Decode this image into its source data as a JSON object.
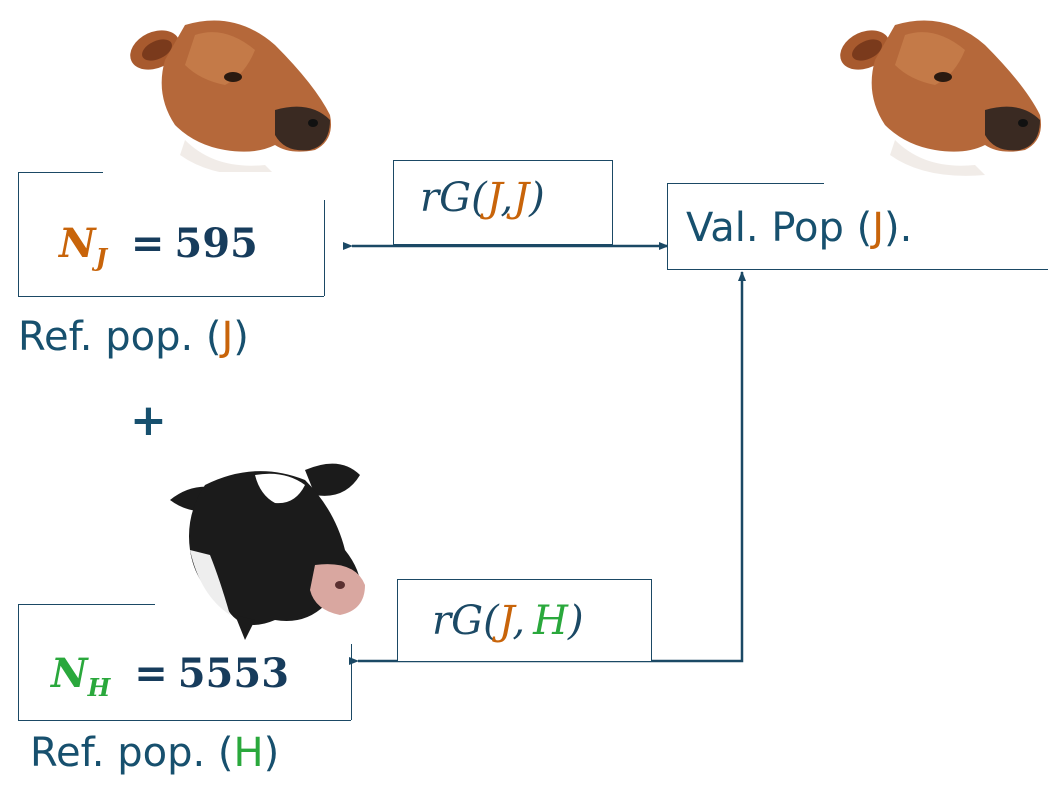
{
  "colors": {
    "jersey": "#c8640a",
    "holstein": "#2aa83c",
    "text": "#17506e",
    "line": "#1b4965"
  },
  "icons": [
    "jersey-cow-icon",
    "jersey-cow-icon",
    "holstein-cow-icon"
  ],
  "ref_j": {
    "n_letter": "N",
    "n_sub": "J",
    "equals": "=",
    "value": "595",
    "caption_prefix": "Ref. pop. (",
    "caption_breed": "J",
    "caption_suffix": ")"
  },
  "plus": "+",
  "ref_h": {
    "n_letter": "N",
    "n_sub": "H",
    "equals": "=",
    "value": "5553",
    "caption_prefix": "Ref. pop. (",
    "caption_breed": "H",
    "caption_suffix": ")"
  },
  "val_pop": {
    "prefix": "Val. Pop (",
    "breed": "J",
    "suffix": ")."
  },
  "rg_jj": {
    "func": "rG(",
    "a": "J",
    "sep": ",",
    "b": "J",
    "close": ")"
  },
  "rg_jh": {
    "func": "rG(",
    "a": "J",
    "sep": ",",
    "b": "H",
    "close": ")"
  }
}
